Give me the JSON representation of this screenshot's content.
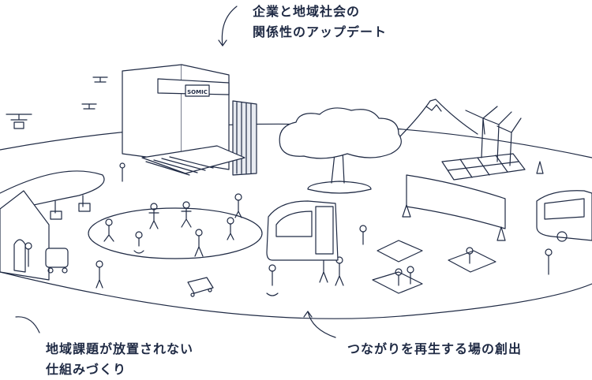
{
  "captions": {
    "top": {
      "line1": "企業と地域社会の",
      "line2": "関係性のアップデート"
    },
    "left": {
      "line1": "地域課題が放置されない",
      "line2": "仕組みづくり"
    },
    "right": {
      "line1": "つながりを再生する場の創出"
    }
  },
  "building": {
    "sign": "SOMIC"
  },
  "colors": {
    "stroke": "#1f2a44",
    "fill": "#ffffff",
    "shade": "#e8ebf1"
  }
}
